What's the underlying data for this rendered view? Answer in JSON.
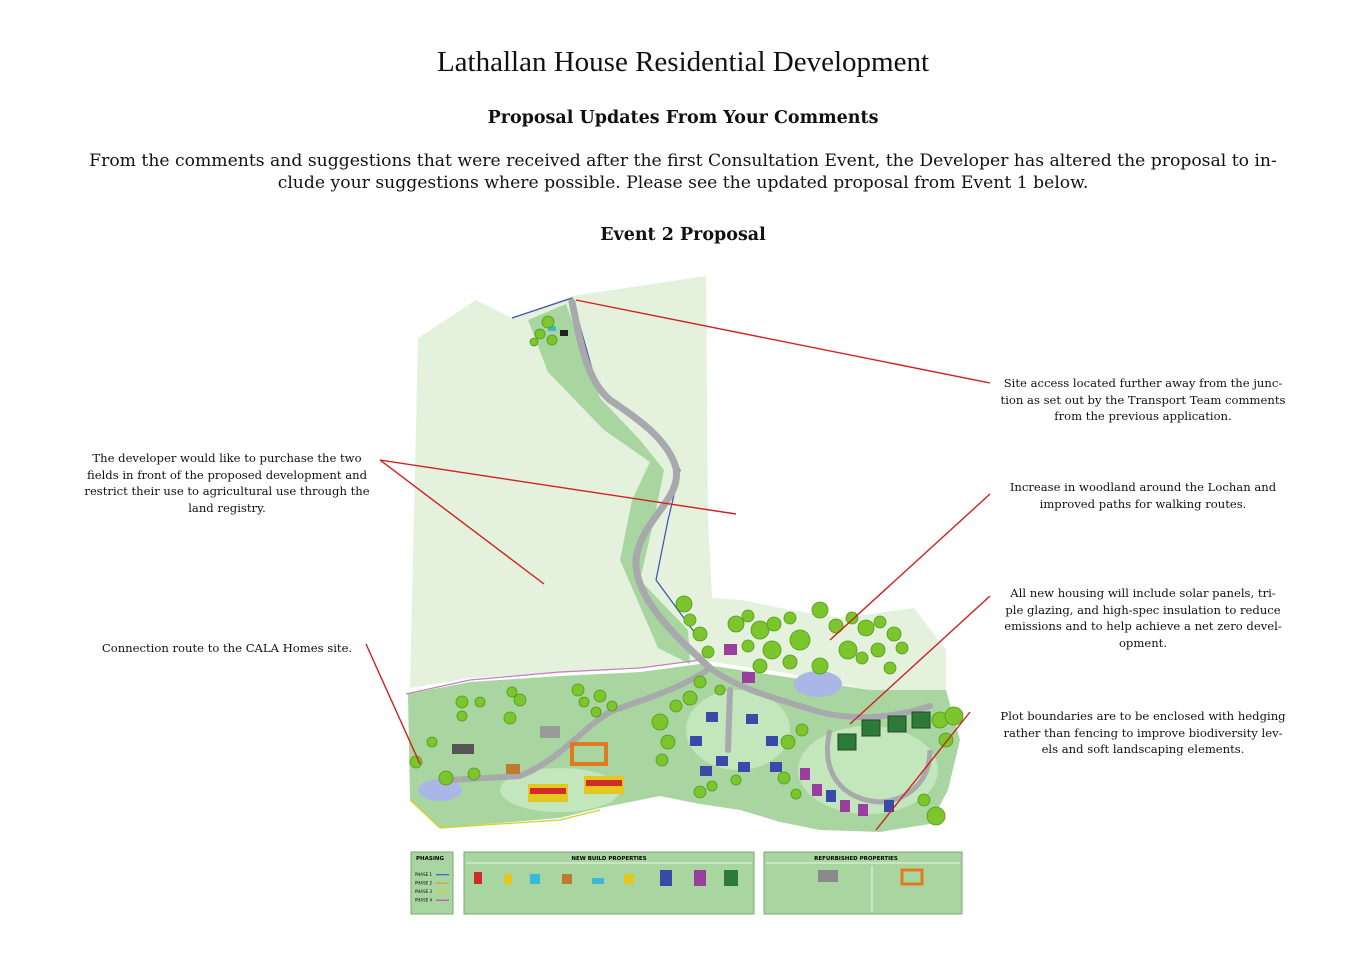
{
  "header": {
    "title": "Lathallan House Residential Development",
    "subtitle": "Proposal Updates From Your Comments",
    "intro_line1": "From the comments and suggestions that were received after the first Consultation Event, the Developer has altered the proposal to in-",
    "intro_line2": "clude your suggestions where possible. Please see the updated proposal from Event 1 below.",
    "section_title": "Event 2 Proposal"
  },
  "annotations": {
    "fields": [
      "The developer would like to purchase the two",
      "fields in front of the proposed development and",
      "restrict their use to agricultural use through the",
      "land registry."
    ],
    "connection": [
      "Connection route to the CALA Homes site."
    ],
    "site_access": [
      "Site access located further away from the junc-",
      "tion as set out by the Transport Team comments",
      "from the previous application."
    ],
    "woodland": [
      "Increase in woodland around the Lochan and",
      "improved paths for walking routes."
    ],
    "housing": [
      "All new housing will include solar panels, tri-",
      "ple glazing, and high-spec insulation to reduce",
      "emissions and to help achieve a net zero devel-",
      "opment."
    ],
    "plot_boundaries": [
      "Plot boundaries are to be enclosed with hedging",
      "rather than fencing to improve biodiversity lev-",
      "els and soft landscaping elements."
    ]
  },
  "legend": {
    "phasing_title": "PHASING",
    "phases": [
      "PHASE 1",
      "PHASE 2",
      "PHASE 3",
      "PHASE 4"
    ],
    "phase_colors": [
      "#3a5fc8",
      "#e0a020",
      "#d8d020",
      "#c050c0"
    ],
    "new_build_title": "NEW BUILD PROPERTIES",
    "refurbished_title": "REFURBISHED PROPERTIES"
  },
  "colors": {
    "field": "#e3f1dd",
    "grass": "#a9d6a0",
    "lightgrass": "#c4e6bc",
    "tree": "#7cc52c",
    "road": "#a7a9ad",
    "water": "#a9b6e6",
    "pointer": "#d02020",
    "boundary_blue": "#3a4fb0",
    "boundary_pink": "#c080c0"
  }
}
